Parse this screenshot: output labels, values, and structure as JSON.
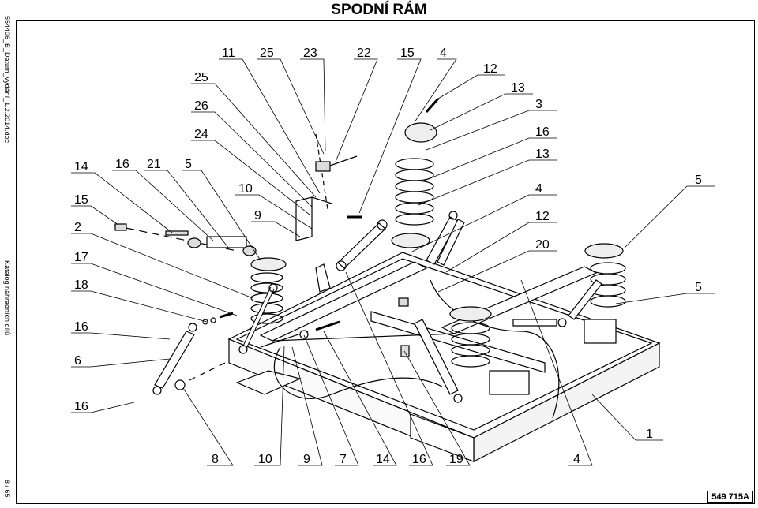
{
  "title": "SPODNÍ RÁM",
  "doc_ref": "554406_B_Datum_vydání_1.2.2014.doc",
  "catalog_label": "Katalog náhradních dílů",
  "page_number": "8 / 65",
  "drawing_id": "549 715A",
  "callouts": {
    "l1": "14",
    "l2": "15",
    "l3": "2",
    "l4": "17",
    "l5": "18",
    "l6": "16",
    "l7": "6",
    "l8": "16",
    "t1": "16",
    "t2": "21",
    "t3": "5",
    "t4": "25",
    "t5": "26",
    "t6": "24",
    "t7": "11",
    "t8": "25",
    "t9": "23",
    "t10": "22",
    "t11": "15",
    "t12": "4",
    "t13": "10",
    "t14": "9",
    "r1": "12",
    "r2": "13",
    "r3": "3",
    "r4": "16",
    "r5": "13",
    "r6": "4",
    "r7": "12",
    "r8": "20",
    "r9": "5",
    "r10": "5",
    "r11": "1",
    "b1": "8",
    "b2": "10",
    "b3": "9",
    "b4": "7",
    "b5": "14",
    "b6": "16",
    "b7": "19",
    "b8": "4"
  }
}
